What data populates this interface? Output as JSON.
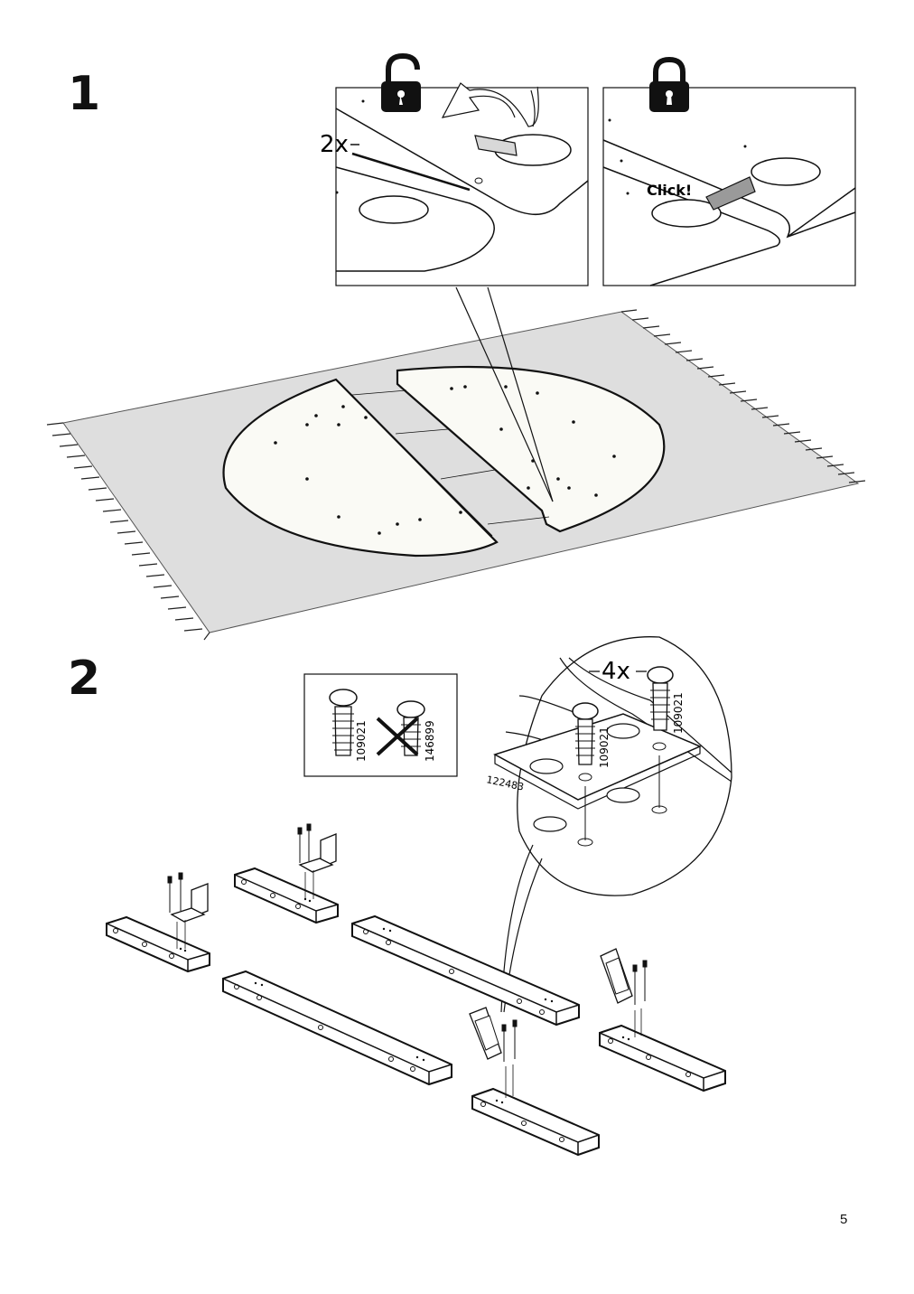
{
  "steps": [
    {
      "number": "1"
    },
    {
      "number": "2"
    }
  ],
  "step1": {
    "left_panel": {
      "icon": "unlock-icon",
      "quantity": "2x"
    },
    "right_panel": {
      "icon": "lock-icon",
      "callout": "Click!"
    }
  },
  "step2": {
    "wrong_screw_box": {
      "correct_screw_code": "109021",
      "wrong_screw_code": "146899",
      "cross_icon": "cross-mark-icon"
    },
    "detail": {
      "quantity": "4x",
      "screw_code_left": "109021",
      "screw_code_right": "109021",
      "bracket_code": "122483"
    }
  },
  "page_number": "5"
}
